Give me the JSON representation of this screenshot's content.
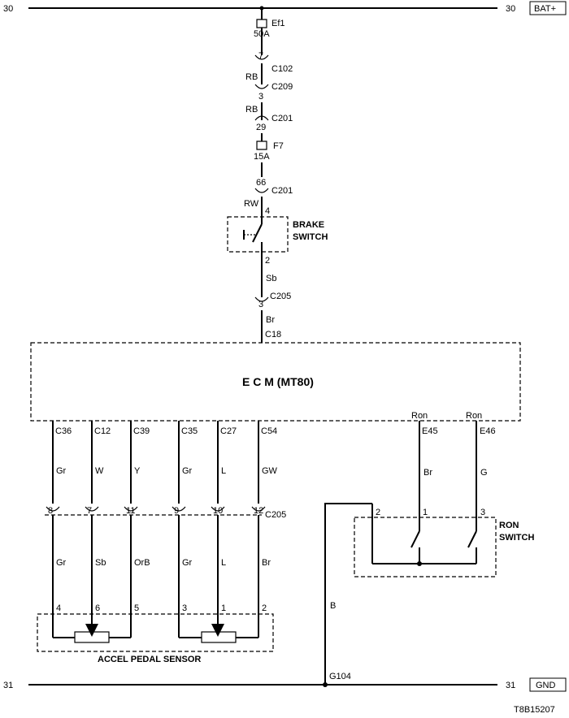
{
  "rails": {
    "top": {
      "left_num": "30",
      "right_num": "30",
      "tag": "BAT+"
    },
    "bottom": {
      "left_num": "31",
      "right_num": "31",
      "tag": "GND"
    }
  },
  "fuses": {
    "ef1": {
      "name": "Ef1",
      "rating": "50A"
    },
    "f7": {
      "name": "F7",
      "rating": "15A"
    }
  },
  "connectors": {
    "c102": {
      "name": "C102",
      "pin": "7"
    },
    "c209": {
      "name": "C209",
      "pin": "3",
      "wire": "RB"
    },
    "c201a": {
      "name": "C201",
      "pin": "29",
      "wire": "RB"
    },
    "c201b": {
      "name": "C201",
      "pin": "66"
    },
    "c205_top": {
      "name": "C205",
      "pin": "3"
    },
    "c205_row": {
      "name": "C205"
    }
  },
  "brake_switch": {
    "name_line1": "BRAKE",
    "name_line2": "SWITCH",
    "wire_in": "RW",
    "pin_in": "4",
    "pin_out": "2",
    "wire_out": "Sb"
  },
  "ecm": {
    "title": "E C M (MT80)",
    "wire_in": "Br",
    "pin_in": "C18",
    "pins": [
      {
        "pin": "C36",
        "wire": "Gr",
        "c205": "8",
        "wire2": "Gr",
        "sensor_pin": "4"
      },
      {
        "pin": "C12",
        "wire": "W",
        "c205": "7",
        "wire2": "Sb",
        "sensor_pin": "6"
      },
      {
        "pin": "C39",
        "wire": "Y",
        "c205": "11",
        "wire2": "OrB",
        "sensor_pin": "5"
      },
      {
        "pin": "C35",
        "wire": "Gr",
        "c205": "9",
        "wire2": "Gr",
        "sensor_pin": "3"
      },
      {
        "pin": "C27",
        "wire": "L",
        "c205": "10",
        "wire2": "L",
        "sensor_pin": "1"
      },
      {
        "pin": "C54",
        "wire": "GW",
        "c205": "12",
        "wire2": "Br",
        "sensor_pin": "2"
      }
    ],
    "ron_pins": [
      {
        "label": "Ron",
        "pin": "E45",
        "wire": "Br",
        "switch_pin": "1"
      },
      {
        "label": "Ron",
        "pin": "E46",
        "wire": "G",
        "switch_pin": "3"
      }
    ]
  },
  "ron_switch": {
    "name_line1": "RON",
    "name_line2": "SWITCH",
    "pin_gnd": "2"
  },
  "accel_sensor": {
    "name": "ACCEL PEDAL SENSOR"
  },
  "ground": {
    "name": "G104",
    "wire": "B"
  },
  "figure_code": "T8B15207"
}
